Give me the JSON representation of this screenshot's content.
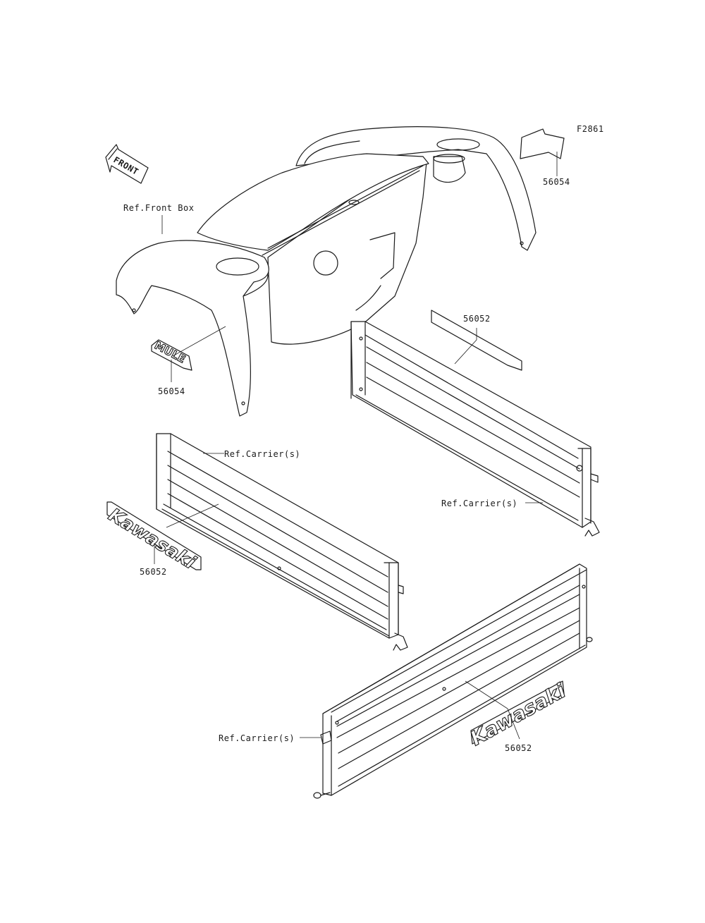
{
  "figure_code": "F2861",
  "front_arrow": {
    "text": "FRONT"
  },
  "callouts": {
    "front_box_ref": "Ref.Front Box",
    "decal_rear_top": "56054",
    "decal_mule": "56054",
    "decal_side_right": "56052",
    "decal_side_left": "56052",
    "decal_tailgate": "56052",
    "carrier_ref_left": "Ref.Carrier(s)",
    "carrier_ref_right": "Ref.Carrier(s)",
    "carrier_ref_tailgate": "Ref.Carrier(s)"
  },
  "decal_text": {
    "kawasaki": "Kawasaki",
    "mule": "MULE"
  }
}
